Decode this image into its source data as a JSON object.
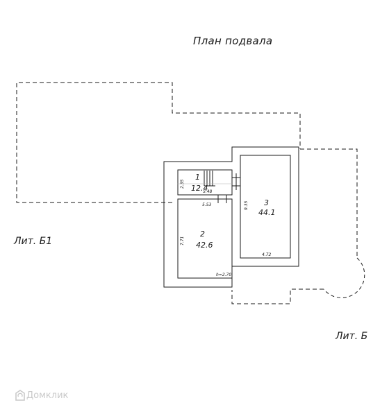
{
  "title": "План подвала",
  "labels": {
    "lit_b1": "Лит. Б1",
    "lit_b": "Лит. Б"
  },
  "rooms": [
    {
      "number": "1",
      "area": "12.4"
    },
    {
      "number": "2",
      "area": "42.6"
    },
    {
      "number": "3",
      "area": "44.1"
    }
  ],
  "dimensions": {
    "room1_height": "2.35",
    "room1_width": "5.48",
    "room2_top": "5.53",
    "room2_side": "7.71",
    "room2_ceiling": "h=2.70",
    "room3_side": "9.35",
    "room3_bottom": "4.72"
  },
  "watermark": "Домклик",
  "colors": {
    "line": "#1a1a1a",
    "watermark": "#c9c9c9"
  }
}
